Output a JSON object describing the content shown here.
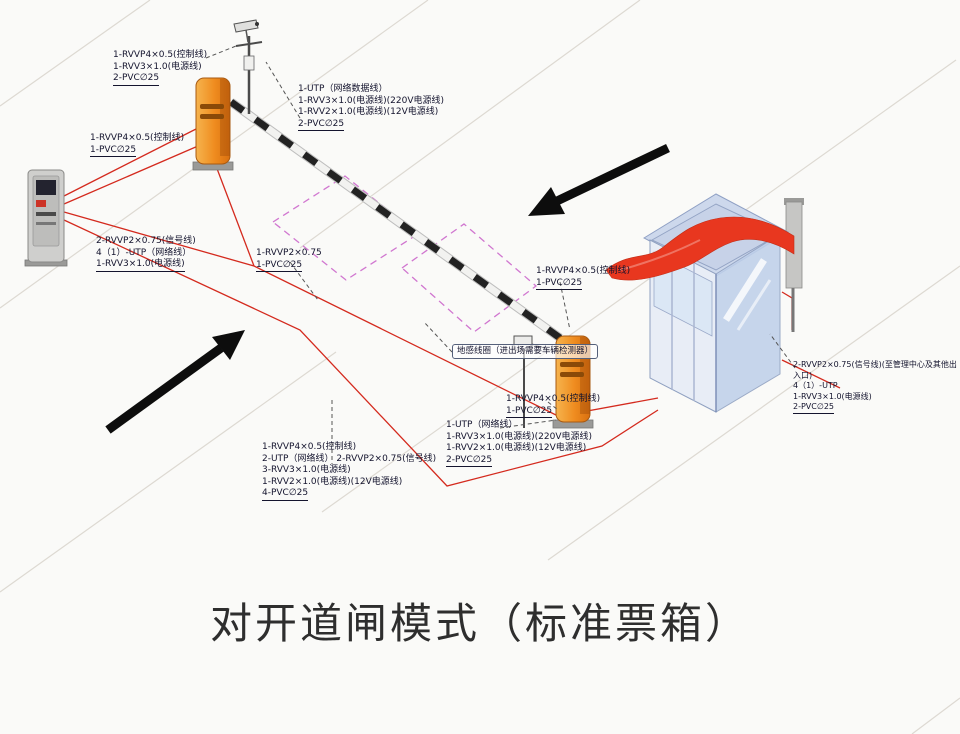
{
  "title": "对开道闸模式（标准票箱）",
  "colors": {
    "cable": "#d42a1e",
    "ground_loop": "#c95fc9",
    "barrier_body": "#ef8c1f",
    "arrow": "#0d0d0d",
    "booth_glass": "#bfd0ea",
    "ribbon": "#e8371f"
  },
  "labels": {
    "camera": {
      "lines": [
        "1-RVVP4×0.5(控制线)",
        "1-RVV3×1.0(电源线)",
        "2-PVC∅25"
      ]
    },
    "arm_utp": {
      "lines": [
        "1-UTP（网络数据线）",
        "1-RVV3×1.0(电源线)(220V电源线)",
        "1-RVV2×1.0(电源线)(12V电源线)",
        "2-PVC∅25"
      ]
    },
    "ticket_left": {
      "lines": [
        "1-RVVP4×0.5(控制线)",
        "1-PVC∅25"
      ]
    },
    "left_mid": {
      "lines": [
        "2-RVVP2×0.75(信号线)",
        "4（1）-UTP（网络线）",
        "1-RVV3×1.0(电源线)"
      ]
    },
    "center": {
      "lines": [
        "1-RVVP2×0.75",
        "1-PVC∅25"
      ]
    },
    "barrier2_upper": {
      "lines": [
        "1-RVVP4×0.5(控制线)",
        "1-PVC∅25"
      ]
    },
    "loop_note": {
      "text": "地感线圈（进出场需要车辆检测器）"
    },
    "barrier2_lower": {
      "lines": [
        "1-RVVP4×0.5(控制线)",
        "1-PVC∅25"
      ]
    },
    "lane_lower": {
      "lines": [
        "1-UTP（网络线）",
        "1-RVV3×1.0(电源线)(220V电源线)",
        "1-RVV2×1.0(电源线)(12V电源线)",
        "2-PVC∅25"
      ]
    },
    "bottom_left": {
      "lines": [
        "1-RVVP4×0.5(控制线)",
        "2-UTP（网络线）  2-RVVP2×0.75(信号线)",
        "3-RVV3×1.0(电源线)",
        "1-RVV2×1.0(电源线)(12V电源线)",
        "4-PVC∅25"
      ]
    },
    "booth_right": {
      "lines": [
        "2-RVVP2×0.75(信号线)(至管理中心及其他出入口)",
        "4（1）-UTP",
        "1-RVV3×1.0(电源线)",
        "2-PVC∅25"
      ]
    }
  }
}
